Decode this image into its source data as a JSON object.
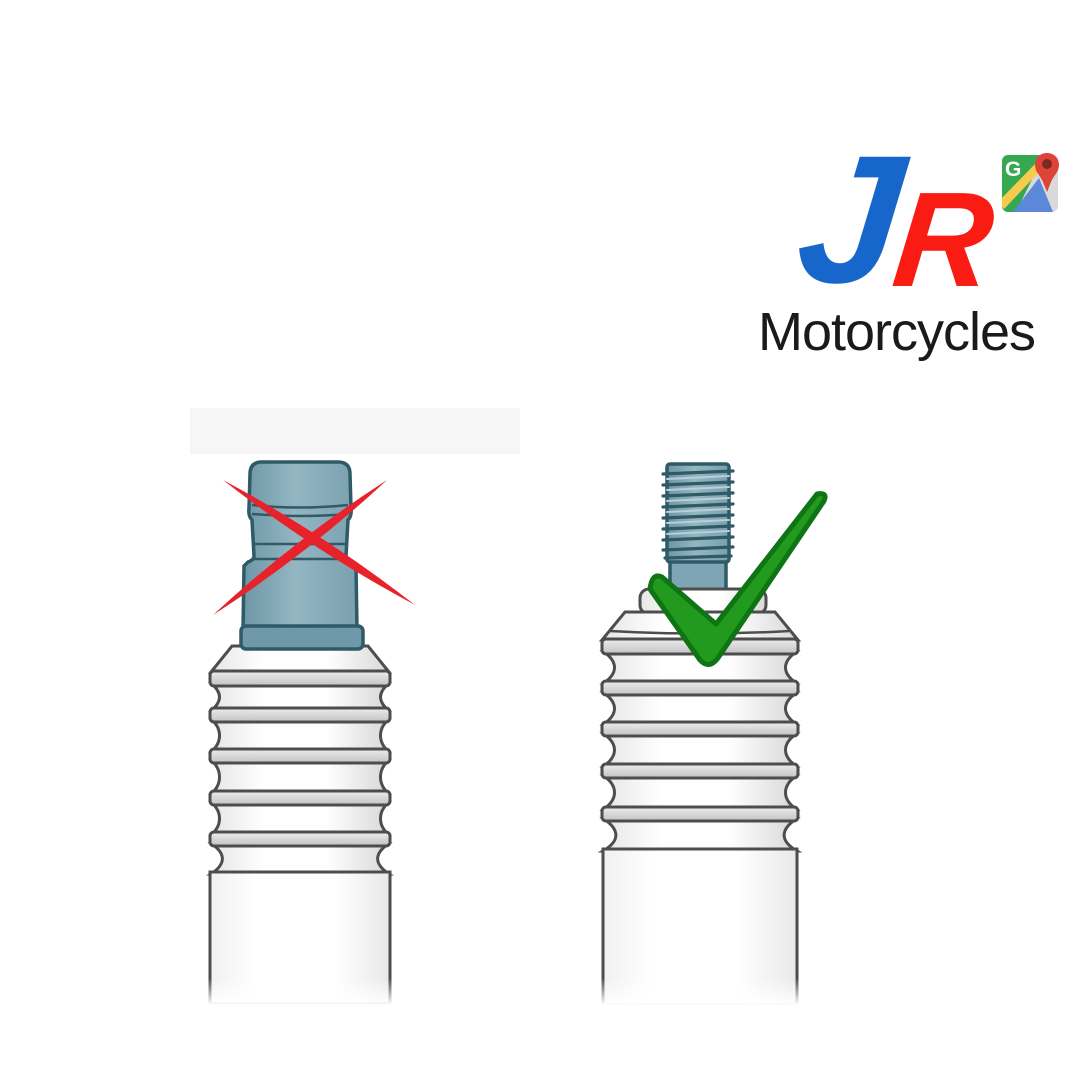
{
  "logo": {
    "letter_j": "J",
    "letter_r": "R",
    "word": "Motorcycles",
    "maps_g": "G"
  },
  "icons": {
    "left_mark": "cross-mark-icon",
    "right_mark": "check-mark-icon",
    "logo_badge": "google-maps-icon",
    "badge_pin": "map-pin-icon"
  },
  "colors": {
    "logo_blue": "#1766CB",
    "logo_red": "#FA1B12",
    "logo_text": "#1A1A1A",
    "cross_red": "#E8222A",
    "check_green": "#229A1D",
    "check_green_dark": "#0F7414",
    "plug_teal": "#7FA5B4",
    "plug_teal_dark": "#2F5A66",
    "plug_teal_collar": "#6F98A8",
    "outline_gray": "#4D4D4D",
    "maps_green": "#36A852",
    "maps_yellow": "#F7CB4D",
    "maps_blue": "#5C88DA",
    "maps_red": "#DB4437",
    "maps_red_dark": "#7C2A20",
    "maps_gray": "#D9D9D9",
    "band_gray": "#F6F6F6"
  }
}
